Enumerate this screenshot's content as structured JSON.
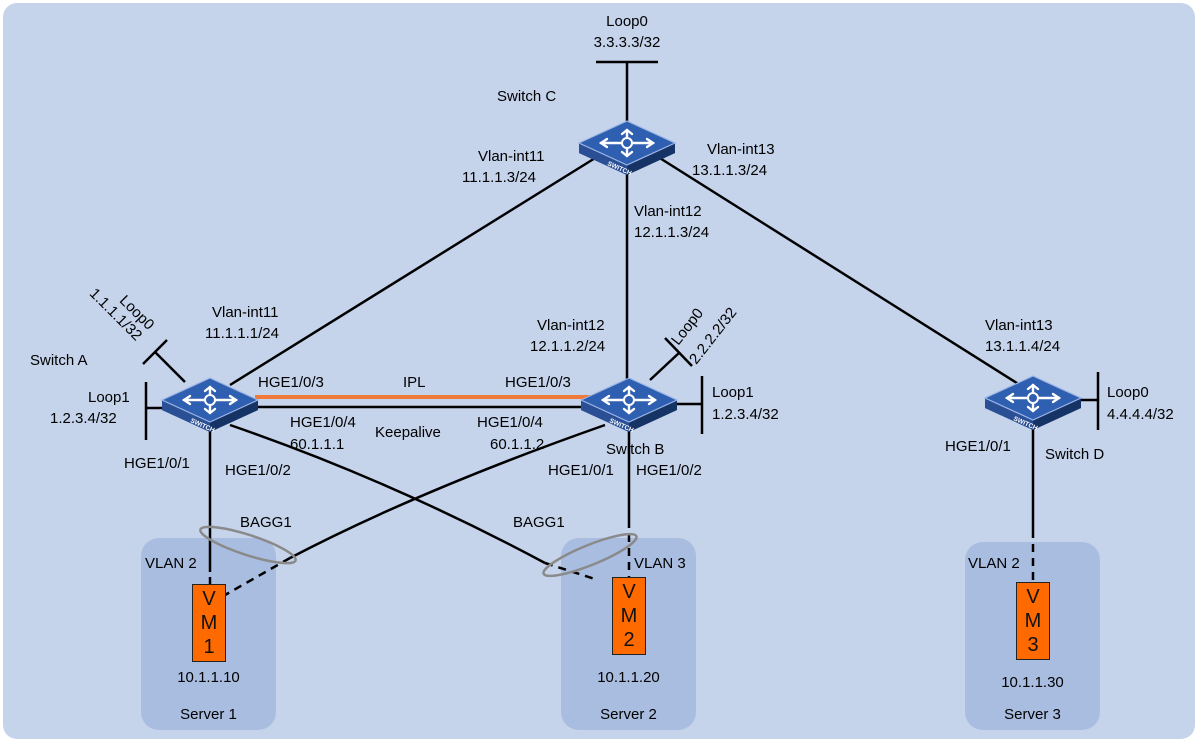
{
  "colors": {
    "background": "#c5d3eb",
    "server_box": "#a9bde0",
    "vm_fill": "#ff6a00",
    "ipl_link": "#f07a3a",
    "switch_icon": "#2f5fb0",
    "ring": "#8a8a8a"
  },
  "switches": {
    "c": {
      "name": "Switch C",
      "badge": "SWITCH",
      "loop0_name": "Loop0",
      "loop0_ip": "3.3.3.3/32"
    },
    "a": {
      "name": "Switch A",
      "badge": "SWITCH",
      "loop0_name": "Loop0",
      "loop0_ip": "1.1.1.1/32",
      "loop1_name": "Loop1",
      "loop1_ip": "1.2.3.4/32"
    },
    "b": {
      "name": "Switch B",
      "badge": "SWITCH",
      "loop0_name": "Loop0",
      "loop0_ip": "2.2.2.2/32",
      "loop1_name": "Loop1",
      "loop1_ip": "1.2.3.4/32"
    },
    "d": {
      "name": "Switch D",
      "badge": "SWITCH",
      "loop0_name": "Loop0",
      "loop0_ip": "4.4.4.4/32"
    }
  },
  "interfaces": {
    "c_int11": "Vlan-int11",
    "c_int11_ip": "11.1.1.3/24",
    "c_int12": "Vlan-int12",
    "c_int12_ip": "12.1.1.3/24",
    "c_int13": "Vlan-int13",
    "c_int13_ip": "13.1.1.3/24",
    "a_int11": "Vlan-int11",
    "a_int11_ip": "11.1.1.1/24",
    "b_int12": "Vlan-int12",
    "b_int12_ip": "12.1.1.2/24",
    "d_int13": "Vlan-int13",
    "d_int13_ip": "13.1.1.4/24",
    "a_hge3": "HGE1/0/3",
    "b_hge3": "HGE1/0/3",
    "a_hge4": "HGE1/0/4",
    "a_hge4_ip": "60.1.1.1",
    "b_hge4": "HGE1/0/4",
    "b_hge4_ip": "60.1.1.2",
    "a_hge1": "HGE1/0/1",
    "a_hge2": "HGE1/0/2",
    "b_hge1": "HGE1/0/1",
    "b_hge2": "HGE1/0/2",
    "d_hge1": "HGE1/0/1"
  },
  "links": {
    "ipl": "IPL",
    "keepalive": "Keepalive",
    "bagg_left": "BAGG1",
    "bagg_right": "BAGG1"
  },
  "servers": [
    {
      "name": "Server 1",
      "vlan": "VLAN 2",
      "vm_letter": "V",
      "vm_m": "M",
      "vm_num": "1",
      "ip": "10.1.1.10"
    },
    {
      "name": "Server 2",
      "vlan": "VLAN 3",
      "vm_letter": "V",
      "vm_m": "M",
      "vm_num": "2",
      "ip": "10.1.1.20"
    },
    {
      "name": "Server 3",
      "vlan": "VLAN 2",
      "vm_letter": "V",
      "vm_m": "M",
      "vm_num": "3",
      "ip": "10.1.1.30"
    }
  ]
}
